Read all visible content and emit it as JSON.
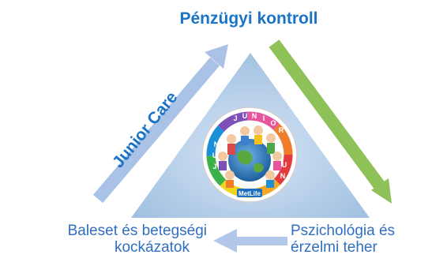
{
  "diagram": {
    "top_label": "Pénzügyi kontroll",
    "side_label": "Junior Care",
    "bottom_left_label": [
      "Baleset és betegségi",
      "kockázatok"
    ],
    "bottom_right_label": [
      "Pszichológia és",
      "érzelmi teher"
    ],
    "badge_ring_text": "JUNIOR",
    "badge_logo_text": "MetLife",
    "colors": {
      "triangle": "#9ebedf",
      "left_arrow": "#a9c2e6",
      "right_arrow": "#8ec158",
      "bottom_arrow": "#b2c8ea",
      "label_text": "#2f6fc1",
      "title_text": "#1a73c6"
    }
  }
}
